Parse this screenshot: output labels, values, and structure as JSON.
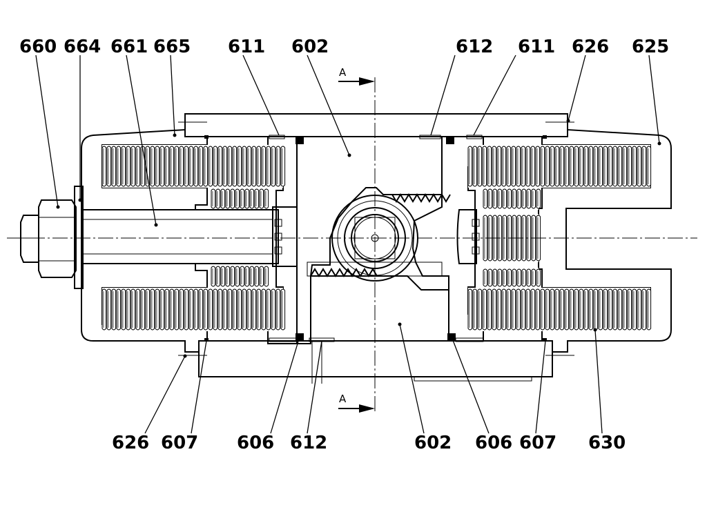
{
  "labels": [
    {
      "id": "l660t",
      "text": "660"
    },
    {
      "id": "l664t",
      "text": "664"
    },
    {
      "id": "l661t",
      "text": "661"
    },
    {
      "id": "l665t",
      "text": "665"
    },
    {
      "id": "l611t1",
      "text": "611"
    },
    {
      "id": "l602t",
      "text": "602"
    },
    {
      "id": "l612t",
      "text": "612"
    },
    {
      "id": "l611t2",
      "text": "611"
    },
    {
      "id": "l626t",
      "text": "626"
    },
    {
      "id": "l625t",
      "text": "625"
    },
    {
      "id": "l626b",
      "text": "626"
    },
    {
      "id": "l607b1",
      "text": "607"
    },
    {
      "id": "l606b1",
      "text": "606"
    },
    {
      "id": "l612b",
      "text": "612"
    },
    {
      "id": "l602b",
      "text": "602"
    },
    {
      "id": "l606b2",
      "text": "606"
    },
    {
      "id": "l607b2",
      "text": "607"
    },
    {
      "id": "l630b",
      "text": "630"
    }
  ],
  "section": {
    "top": "A",
    "bottom": "A"
  },
  "style": {
    "stroke": "#000000",
    "background": "#ffffff"
  }
}
